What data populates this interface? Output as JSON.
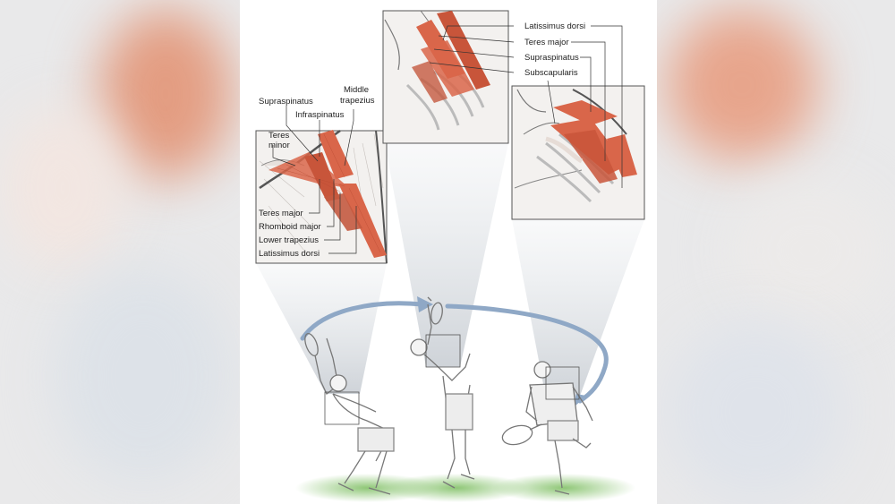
{
  "colors": {
    "muscle": "#d9664a",
    "muscle_dark": "#b84a32",
    "arrow": "#8fa8c6",
    "grass": "#9fcf8a",
    "line": "#333333"
  },
  "labels": {
    "left_inset": {
      "supraspinatus": "Supraspinatus",
      "middle_trapezius_1": "Middle",
      "middle_trapezius_2": "trapezius",
      "infraspinatus": "Infraspinatus",
      "teres_minor_1": "Teres",
      "teres_minor_2": "minor",
      "teres_major": "Teres major",
      "rhomboid_major": "Rhomboid major",
      "lower_trapezius": "Lower trapezius",
      "latissimus_dorsi": "Latissimus dorsi"
    },
    "right_inset": {
      "latissimus_dorsi": "Latissimus dorsi",
      "teres_major": "Teres major",
      "supraspinatus": "Supraspinatus",
      "subscapularis": "Subscapularis"
    }
  }
}
